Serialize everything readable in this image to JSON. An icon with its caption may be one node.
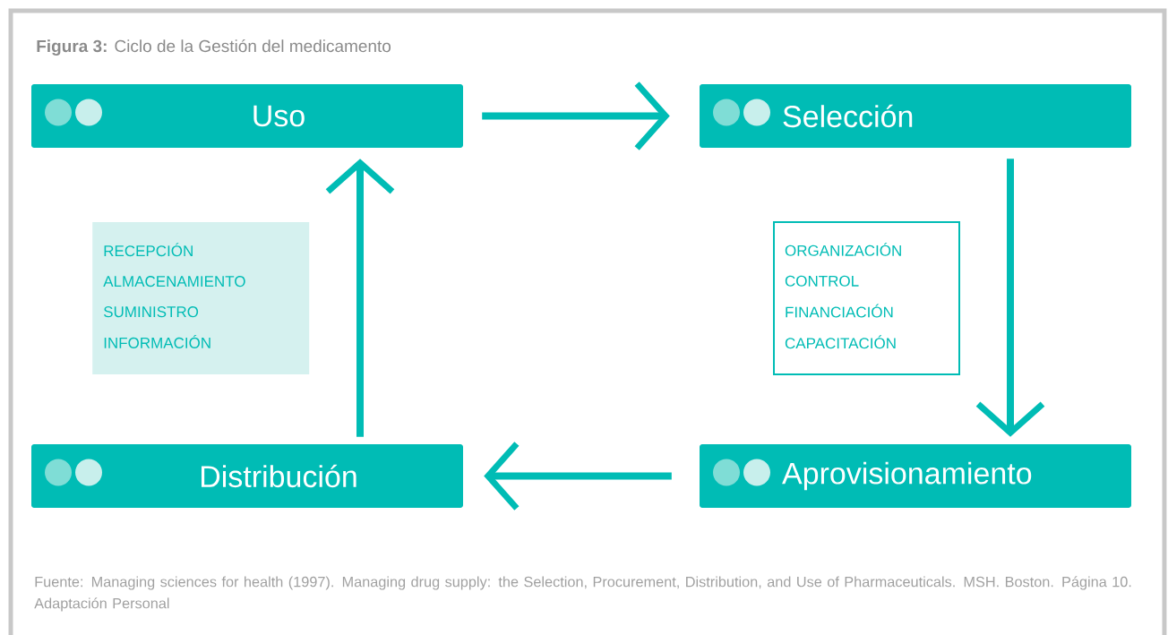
{
  "diagram": {
    "title": "**Figura 3:** Ciclo de la Gestión del medicamento",
    "caption": "Fuente: Managing sciences for health (1997). Managing drug supply: the Selection, Procurement, Distribution, and Use of Pharmaceuticals. MSH. Boston. Página 10. Adaptación Personal",
    "nodes": [
      {
        "text": [
          "Uso"
        ]
      },
      {
        "text": [
          "Selección"
        ]
      },
      {
        "text": [
          "Distribución"
        ]
      },
      {
        "text": [
          "Aprovisionamiento"
        ]
      },
      {
        "text": [
          "RECEPCIÓN",
          "ALMACENAMIENTO",
          "SUMINISTRO",
          "INFORMACIÓN"
        ]
      },
      {
        "text": [
          "ORGANIZACIÓN",
          "CONTROL",
          "FINANCIACIÓN",
          "CAPACITACIÓN"
        ]
      }
    ],
    "edges": [
      {
        "from": 0,
        "to": 1,
        "arrow": "to"
      },
      {
        "from": 1,
        "to": 3,
        "arrow": "to"
      },
      {
        "from": 3,
        "to": 2,
        "arrow": "to"
      },
      {
        "from": 2,
        "to": 0,
        "arrow": "to"
      }
    ]
  }
}
